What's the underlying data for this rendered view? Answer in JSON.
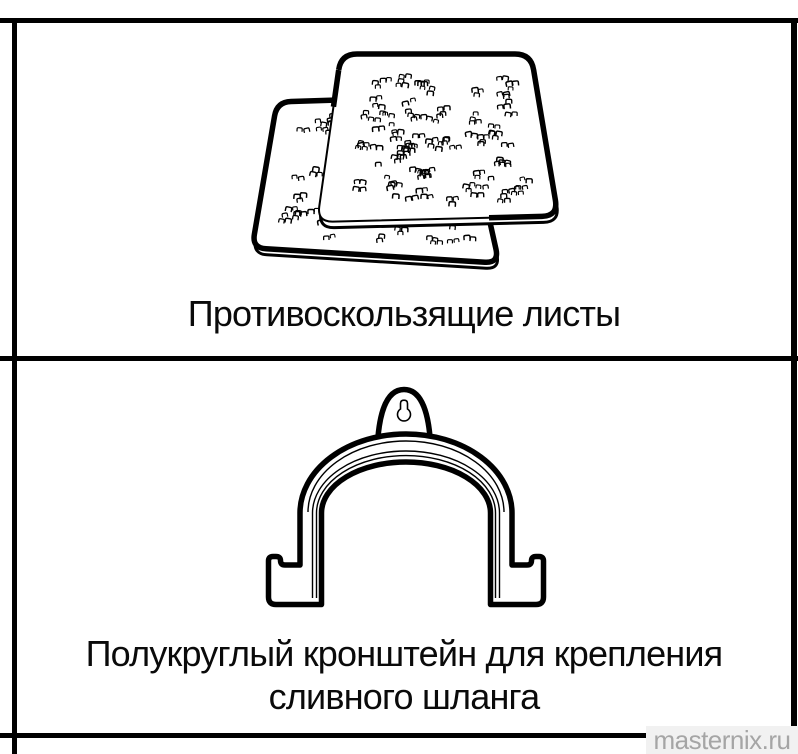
{
  "panels": [
    {
      "caption": "Противоскользящие листы"
    },
    {
      "caption_line1": "Полукруглый кронштейн для крепления",
      "caption_line2": "сливного шланга"
    }
  ],
  "watermark": {
    "text": "masternix.ru",
    "color": "#a5a5a5"
  },
  "colors": {
    "line": "#000000",
    "background": "#ffffff",
    "watermark_bg": "#f1f1f1"
  }
}
